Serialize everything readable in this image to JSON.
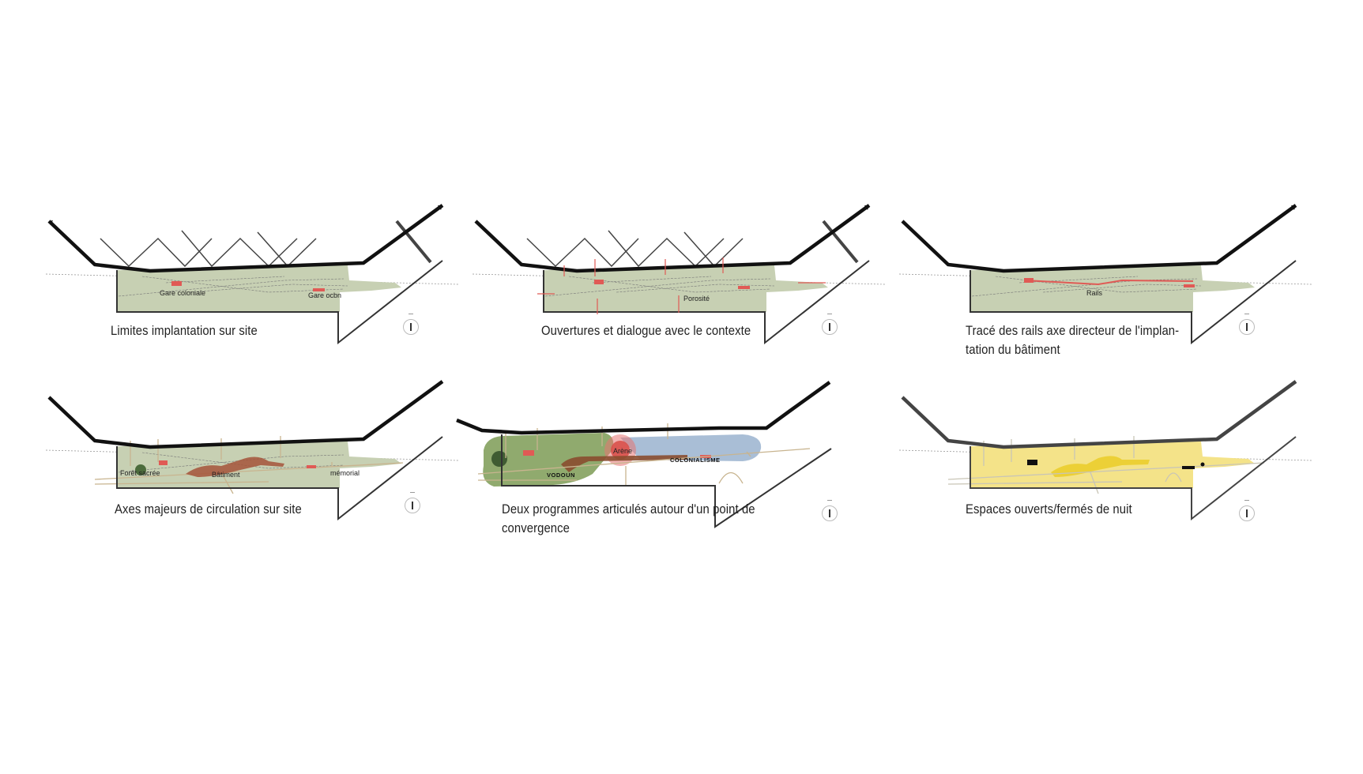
{
  "panels": [
    {
      "caption": "Limites implantation sur site",
      "labels": {
        "gare_coloniale": "Gare coloniale",
        "gare_ocbn": "Gare ocbn"
      }
    },
    {
      "caption": "Ouvertures et dialogue avec le contexte",
      "labels": {
        "porosite": "Porosité"
      }
    },
    {
      "caption": "Tracé des rails axe directeur de l'implan-\ntation du bâtiment",
      "labels": {
        "rails": "Rails"
      }
    },
    {
      "caption": "Axes majeurs de circulation sur site",
      "labels": {
        "foret": "Forêt sacrée",
        "batiment": "Bâtiment",
        "memorial": "mémorial"
      }
    },
    {
      "caption": "Deux programmes articulés autour d'un point de\nconvergence",
      "labels": {
        "arene": "Arène",
        "vodoun": "VODOUN",
        "colonialisme": "COLONIALISME"
      }
    },
    {
      "caption": "Espaces ouverts/fermés de nuit",
      "labels": {}
    }
  ],
  "colors": {
    "site_fill": "#c7d0b3",
    "building_fill": "#a4533a",
    "accent_red": "#e05a55",
    "arrow_tan": "#c8b48f",
    "vodoun_fill": "#7c9b55",
    "colonialisme_fill": "#9ab3cf",
    "arene_fill": "#e57473",
    "night_fill": "#f4e389",
    "night_building": "#ecd036"
  }
}
